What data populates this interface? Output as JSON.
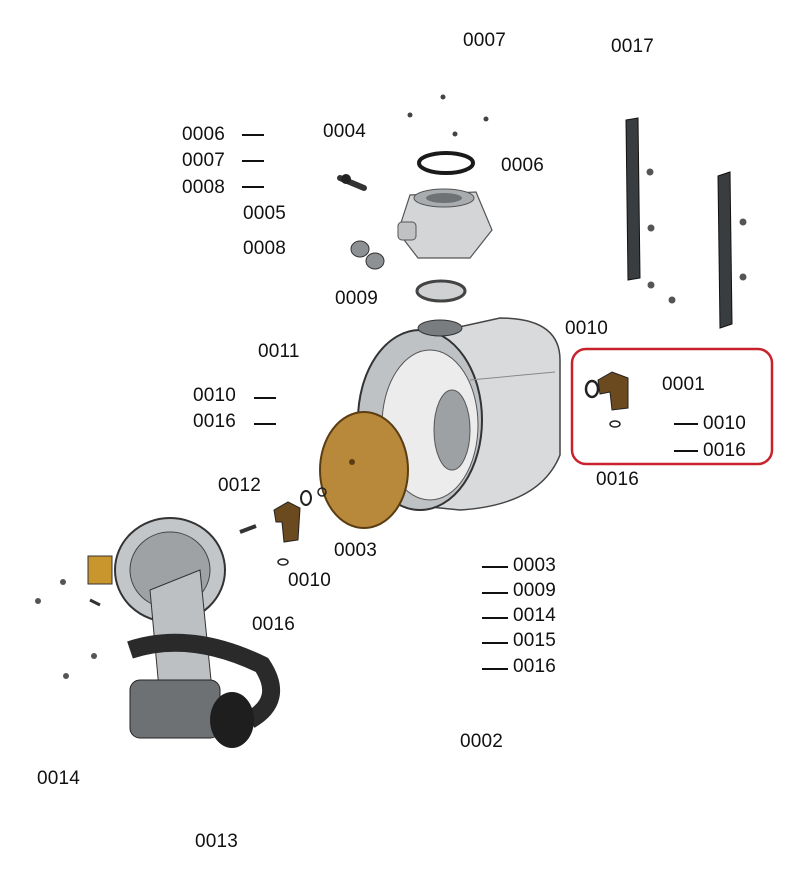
{
  "labels": {
    "top_0007": "0007",
    "top_0017": "0017",
    "l_0006": "0006",
    "l_0007": "0007",
    "l_0008a": "0008",
    "l_0004": "0004",
    "r_0006": "0006",
    "l_0005": "0005",
    "l_0008b": "0008",
    "l_0009": "0009",
    "r_0010_top": "0010",
    "l_0011": "0011",
    "l_0010": "0010",
    "l_0016": "0016",
    "hl_0001": "0001",
    "hl_0010": "0010",
    "hl_0016": "0016",
    "below_0016": "0016",
    "l_0012": "0012",
    "c_0003": "0003",
    "c_0010": "0010",
    "c_0016": "0016",
    "list_0003": "0003",
    "list_0009": "0009",
    "list_0014": "0014",
    "list_0015": "0015",
    "list_0016": "0016",
    "b_0002": "0002",
    "b_0014": "0014",
    "b_0013": "0013"
  },
  "colors": {
    "highlight": "#c8232c",
    "brass": "#b8893a",
    "metal": "#c9cbcd",
    "dark": "#2a2a2a"
  }
}
